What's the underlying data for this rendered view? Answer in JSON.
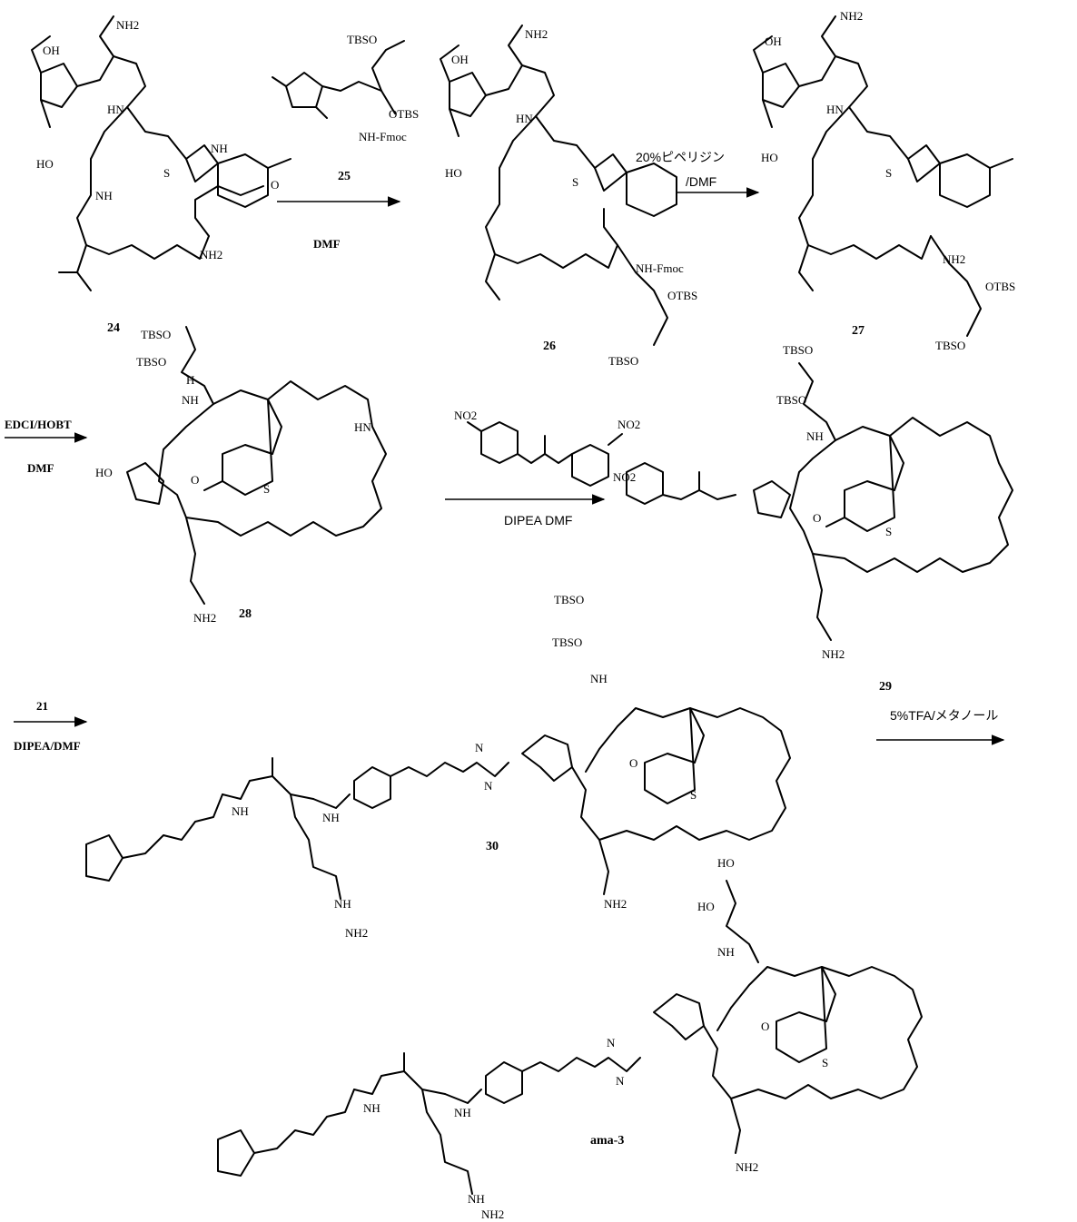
{
  "compounds": {
    "c24": "24",
    "c25": "25",
    "c26": "26",
    "c27": "27",
    "c28": "28",
    "c29": "29",
    "c21": "21",
    "c30": "30",
    "ama3": "ama-3"
  },
  "reagents": {
    "step1": "DMF",
    "step2_line1": "20%ピペリジン",
    "step2_line2": "/DMF",
    "step3_line1": "EDCI/HOBT",
    "step3_line2": "DMF",
    "step4": "DIPEA   DMF",
    "step5": "DIPEA/DMF",
    "step6": "5%TFA/メタノール"
  },
  "atom_labels": {
    "nh2": "NH2",
    "oh": "OH",
    "ho": "HO",
    "nh": "NH",
    "hn": "HN",
    "h": "H",
    "n": "N",
    "s": "S",
    "o": "O",
    "otbs": "OTBS",
    "tbso": "TBSO",
    "nh_fmoc": "NH-Fmoc",
    "no2": "NO2",
    "ome": "O"
  }
}
